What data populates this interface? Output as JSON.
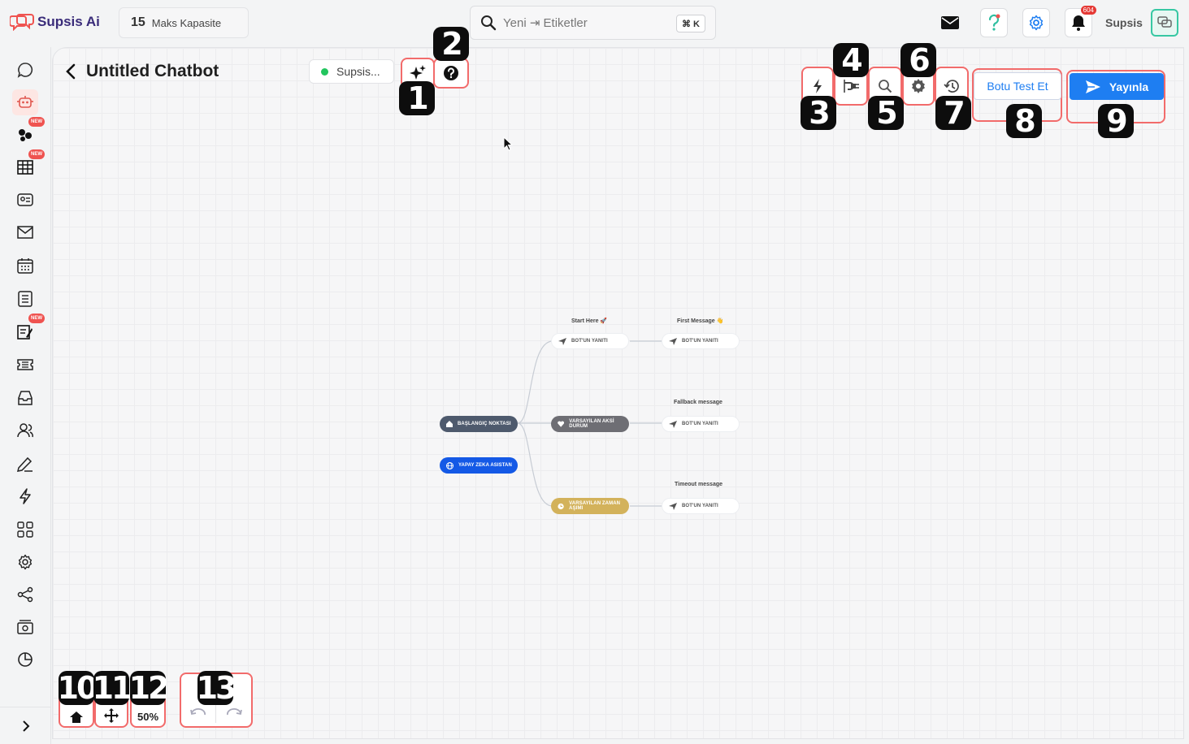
{
  "brand": {
    "name": "Supsis Ai"
  },
  "capacity": {
    "value": "15",
    "label": "Maks Kapasite"
  },
  "search": {
    "placeholder": "Yeni ⇥ Etiketler",
    "shortcut": "⌘ K"
  },
  "header": {
    "user_name": "Supsis",
    "notification_count": "604"
  },
  "sidebar": {
    "new_badge": "NEW",
    "items": [
      {
        "icon": "chat-icon"
      },
      {
        "icon": "chatbot-icon"
      },
      {
        "icon": "group-icon"
      },
      {
        "icon": "table-icon"
      },
      {
        "icon": "contact-card-icon"
      },
      {
        "icon": "mail-icon"
      },
      {
        "icon": "calendar-icon"
      },
      {
        "icon": "list-icon"
      },
      {
        "icon": "form-icon"
      },
      {
        "icon": "ticket-icon"
      },
      {
        "icon": "inbox-icon"
      },
      {
        "icon": "users-icon"
      },
      {
        "icon": "sign-icon"
      },
      {
        "icon": "bolt-icon"
      },
      {
        "icon": "apps-icon"
      },
      {
        "icon": "settings-icon"
      },
      {
        "icon": "share-icon"
      },
      {
        "icon": "billing-icon"
      },
      {
        "icon": "report-icon"
      }
    ]
  },
  "editor": {
    "title": "Untitled Chatbot",
    "account": "Supsis...",
    "test_label": "Botu Test Et",
    "publish_label": "Yayınla",
    "zoom": "50%"
  },
  "callouts": [
    "1",
    "2",
    "3",
    "4",
    "5",
    "6",
    "7",
    "8",
    "9",
    "10",
    "11",
    "12",
    "13"
  ],
  "flow": {
    "start_label": "Start Here 🚀",
    "first_label": "First Message 👋",
    "fallback_label": "Fallback message",
    "timeout_label": "Timeout message",
    "start_node": "BAŞLANGIÇ NOKTASI",
    "ai_node": "YAPAY ZEKA ASISTAN",
    "bot_reply": "BOT'UN YANITI",
    "default_fallback": "VARSAYILAN AKSİ DURUM",
    "default_timeout": "VARSAYILAN Zaman Aşımı"
  },
  "colors": {
    "accent": "#1e7ef2",
    "highlight": "#f26b6b"
  }
}
